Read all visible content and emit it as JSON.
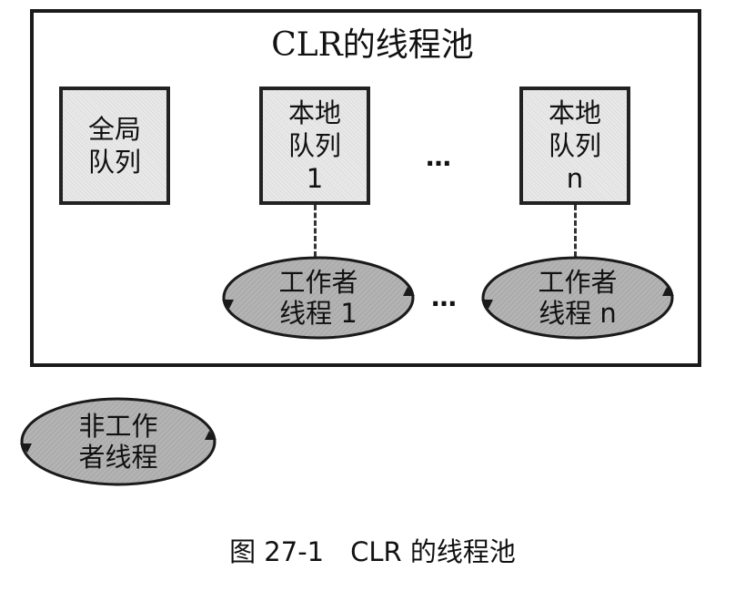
{
  "pool": {
    "title": "CLR的线程池"
  },
  "queues": {
    "global": {
      "line1": "全局",
      "line2": "队列"
    },
    "local1": {
      "line1": "本地",
      "line2": "队列",
      "line3": "1"
    },
    "localn": {
      "line1": "本地",
      "line2": "队列",
      "line3": "n"
    }
  },
  "workers": {
    "w1": {
      "line1": "工作者",
      "line2": "线程 1"
    },
    "wn": {
      "line1": "工作者",
      "line2": "线程 n"
    }
  },
  "non_worker": {
    "line1": "非工作",
    "line2": "者线程"
  },
  "ellipsis_queues": "…",
  "ellipsis_workers": "…",
  "caption": "图 27-1　CLR 的线程池",
  "colors": {
    "frame": "#1a1a1a",
    "box_fill": "#e9e9e9",
    "ellipse_fill": "#b0b0b0",
    "stroke": "#1a1a1a"
  }
}
